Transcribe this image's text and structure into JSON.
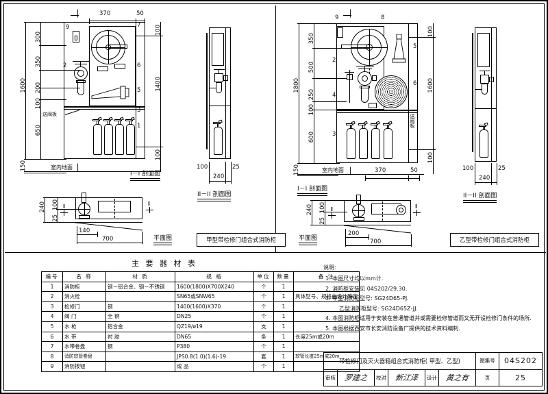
{
  "sheet": {
    "atlas_no_label": "图集号",
    "atlas_no": "04S202",
    "page_label": "页",
    "page_no": "25",
    "title": "带检修门及灭火器箱组合式消防柜( 甲型、乙型)",
    "approve_label": "审核",
    "approve_sig": "罗建之",
    "check_label": "校对",
    "check_sig": "新江泽",
    "design_label": "设计",
    "design_sig": "黄之有"
  },
  "left_drawing": {
    "caption": "甲型带检修门组合式消防柜",
    "section_title": "I－I 剖面图",
    "section2_title": "II－II 剖面图",
    "plan_title": "平面图",
    "floor_label": "室内地面",
    "shelf_label": "送阀板",
    "cut_mark": "II",
    "cut_mark_plan": "I",
    "dims_vertical_total": "1600",
    "dims_vertical_chain": [
      "300",
      "350",
      "200",
      "100",
      "650"
    ],
    "dims_vertical_base": "150",
    "dims_right_top": "100",
    "dims_right_total": "1400",
    "dims_right_bottom": "100",
    "dims_top": [
      "370",
      "50"
    ],
    "plan_dims_left": [
      "240",
      "100",
      "25"
    ],
    "plan_dims_bottom": [
      "140",
      "700"
    ],
    "sect2_dims": [
      "100",
      "25",
      "240"
    ],
    "callouts": [
      "9",
      "7",
      "2",
      "6",
      "5",
      "3",
      "1"
    ]
  },
  "right_drawing": {
    "caption": "乙型带检修门组合式消防柜",
    "section_title": "I－I 剖面图",
    "section2_title": "II－II 剖面图",
    "plan_title": "平面图",
    "floor_label": "室内地面",
    "shelf_label": "送阀板",
    "cut_mark": "II",
    "cut_mark_plan": "I",
    "dims_vertical_total": "1800",
    "dims_vertical_chain": [
      "350",
      "500",
      "250",
      "100",
      "600"
    ],
    "dims_vertical_base": "150",
    "dims_right_top": "100",
    "dims_right_total": "1600",
    "dims_right_bottom": "100",
    "dims_bottom": [
      "370",
      "50"
    ],
    "plan_dims_left": [
      "240",
      "100",
      "25"
    ],
    "plan_dims_bottom": [
      "200",
      "700"
    ],
    "sect2_dims": [
      "100",
      "25",
      "240"
    ],
    "callouts": [
      "9",
      "8",
      "5",
      "2",
      "4",
      "6",
      "3"
    ]
  },
  "material_table": {
    "title": "主 要 器 材 表",
    "headers": [
      "编号",
      "名  称",
      "材    质",
      "规    格",
      "单位",
      "数量",
      "备    注"
    ],
    "rows": [
      {
        "no": "1",
        "name": "消防柜",
        "material": "钢－铝合金、钢－不锈钢",
        "spec": "1600(1800)X700X240",
        "unit": "个",
        "qty": "1",
        "remark": ""
      },
      {
        "no": "2",
        "name": "消火栓",
        "material": "",
        "spec": "SN65或SNW65",
        "unit": "个",
        "qty": "1",
        "remark": "具体型号、规格由设计确定"
      },
      {
        "no": "3",
        "name": "检修门",
        "material": "钢",
        "spec": "1400(1600)X370",
        "unit": "个",
        "qty": "1",
        "remark": ""
      },
      {
        "no": "4",
        "name": "阀 门",
        "material": "全 铜",
        "spec": "DN25",
        "unit": "个",
        "qty": "1",
        "remark": ""
      },
      {
        "no": "5",
        "name": "水 枪",
        "material": "铝合金",
        "spec": "QZ19/ø19",
        "unit": "支",
        "qty": "1",
        "remark": ""
      },
      {
        "no": "6",
        "name": "水 带",
        "material": "衬 胶",
        "spec": "DN65",
        "unit": "条",
        "qty": "1",
        "remark": "长度25m或20m"
      },
      {
        "no": "7",
        "name": "水带卷盘",
        "material": "钢",
        "spec": "P380",
        "unit": "个",
        "qty": "1",
        "remark": ""
      },
      {
        "no": "8",
        "name": "消防软管卷盘",
        "material": "",
        "spec": "JPS0.8(1.0)(1.6)-19",
        "unit": "套",
        "qty": "1",
        "remark": "软管长度25m或20m"
      },
      {
        "no": "9",
        "name": "消防按钮",
        "material": "",
        "spec": "成  品",
        "unit": "个",
        "qty": "1",
        "remark": ""
      }
    ]
  },
  "notes": {
    "heading": "说明:",
    "items": [
      "1. 本图尺寸均以mm计.",
      "2. 消防柜安装见 04S202/29.30.",
      "3. 甲型消防柜型号: SG24D65-PJ.",
      "4. 本图消防柜适用于安装在普通管道井或需要检修管道而又无开设检修门条件的场所.",
      "5. 本图根据西安市长安消防设备厂提供的技术资料编制."
    ],
    "sub_item": "乙型消防柜型号: SG24D65Z-JJ."
  }
}
